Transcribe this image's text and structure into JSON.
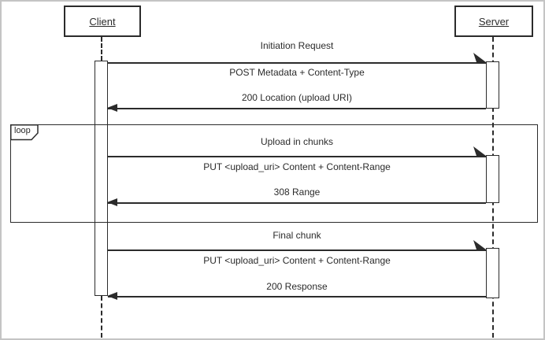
{
  "diagram": {
    "type": "uml-sequence-diagram",
    "actors": [
      {
        "label": "Client"
      },
      {
        "label": "Server"
      }
    ],
    "fragment": {
      "label": "loop"
    },
    "sections": [
      {
        "title": "Initiation Request",
        "request": "POST Metadata + Content-Type",
        "response": "200 Location (upload URI)"
      },
      {
        "title": "Upload in chunks",
        "request": "PUT <upload_uri> Content + Content-Range",
        "response": "308 Range"
      },
      {
        "title": "Final chunk",
        "request": "PUT <upload_uri> Content + Content-Range",
        "response": "200 Response"
      }
    ],
    "colors": {
      "line": "#2b2b2b",
      "background": "#ffffff",
      "outer_border": "#c4c4c4"
    }
  }
}
